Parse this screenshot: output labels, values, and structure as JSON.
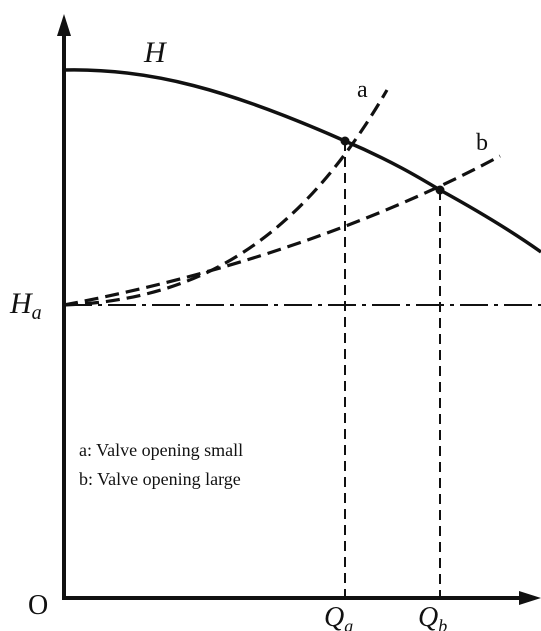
{
  "diagram": {
    "curve_h_label": "H",
    "curve_a_label": "a",
    "curve_b_label": "b",
    "y_label_main": "H",
    "y_label_sub": "a",
    "origin_label": "O",
    "qa_main": "Q",
    "qa_sub": "a",
    "qb_main": "Q",
    "qb_sub": "b",
    "legend": [
      "a: Valve opening small",
      "b: Valve opening large"
    ]
  }
}
